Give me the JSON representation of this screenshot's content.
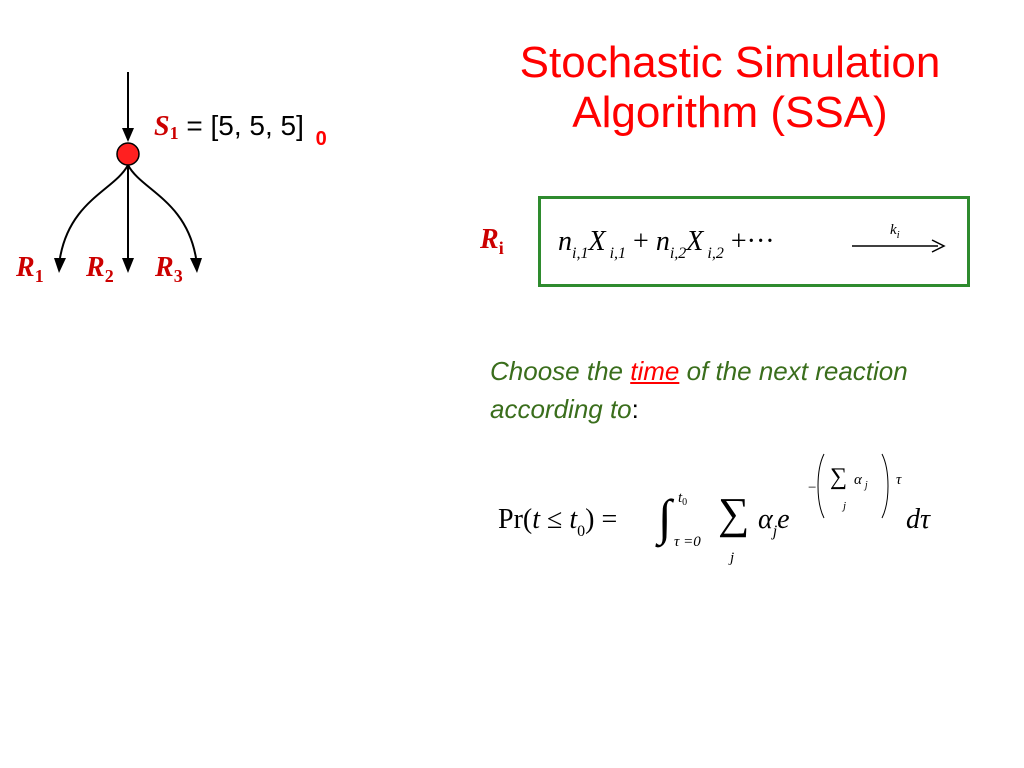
{
  "title": {
    "line1": "Stochastic Simulation",
    "line2": "Algorithm (SSA)"
  },
  "diagram": {
    "species": {
      "symbol": "S",
      "subscript": "1",
      "equals": "= [5, 5, 5]",
      "step": "0"
    },
    "reactions": [
      {
        "symbol": "R",
        "subscript": "1"
      },
      {
        "symbol": "R",
        "subscript": "2"
      },
      {
        "symbol": "R",
        "subscript": "3"
      }
    ],
    "colors": {
      "node_fill": "#ff2020",
      "label": "#cc0000"
    }
  },
  "reaction_rule": {
    "label_symbol": "R",
    "label_subscript": "i",
    "n": "n",
    "x": "X",
    "sub1": "i,1",
    "sub2": "i,2",
    "plus": "+",
    "dots": "+···",
    "rate_symbol": "k",
    "rate_subscript": "i",
    "box_color": "#2e8b2e"
  },
  "choose_text": {
    "before": "Choose the ",
    "highlight": "time",
    "after": " of the next reaction according to",
    "colon": ":"
  },
  "formula": {
    "lhs": "Pr(",
    "t": "t",
    "leq": "≤",
    "t0": "t",
    "t0_sub": "0",
    "rhs_close": ") =",
    "integral": "∫",
    "upper_limit": "t",
    "upper_limit_sub": "0",
    "lower_limit": "τ =0",
    "sum": "∑",
    "sum_index": "j",
    "alpha": "α",
    "alpha_sub": "j",
    "e": "e",
    "exp_minus": "−",
    "exp_sum": "∑",
    "exp_alpha": "α",
    "exp_alpha_sub": "j",
    "exp_sum_index": "j",
    "exp_tau": "τ",
    "dtau": "dτ"
  }
}
